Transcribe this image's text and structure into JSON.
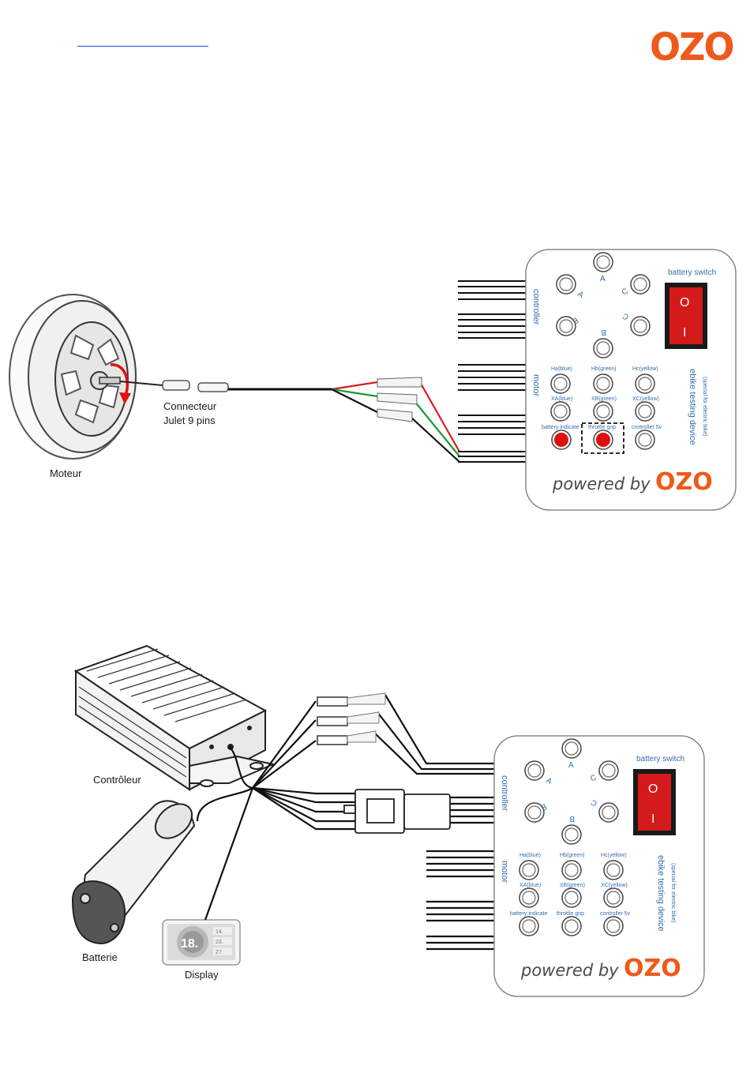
{
  "header": {
    "logo_text": "OZO"
  },
  "figure1": {
    "motor_label": "Moteur",
    "connector_label_line1": "Connecteur",
    "connector_label_line2": "Julet 9 pins"
  },
  "figure2": {
    "controller_label": "Contrôleur",
    "battery_label": "Batterie",
    "display_label": "Display",
    "display_readings": [
      "18.",
      "14.",
      "23.",
      "27."
    ]
  },
  "tester": {
    "battery_switch": "battery switch",
    "section_controller": "controller",
    "section_motor": "motor",
    "side_title": "ebike testing device",
    "side_subtitle": "(special for electric bike)",
    "phase_a": "A",
    "phase_b": "B",
    "phase_c": "C",
    "ha": "Ha(blue)",
    "hb": "Hb(green)",
    "hc": "Hc(yellow)",
    "xa": "XA(blue)",
    "xb": "XB(green)",
    "xc": "XC(yellow)",
    "battery_indicate": "battery indicate",
    "throttle_gnp": "throttle gnp",
    "controller_5v": "controller 5v",
    "powered_by": "powered by",
    "powered_brand": "OZO",
    "switch_on": "O",
    "switch_off": "I"
  },
  "colors": {
    "accent": "#ee5a1c",
    "panel_text": "#2f6fae",
    "indicator_red": "#e01010",
    "switch_red": "#d41a1a",
    "link_blue": "#1f4fd0"
  }
}
